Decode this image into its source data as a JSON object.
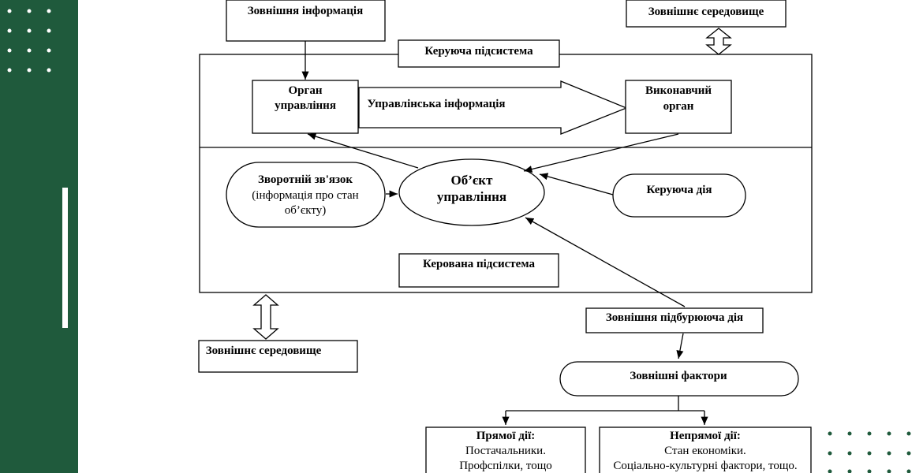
{
  "decor": {
    "sidebar_color": "#1f5a3c",
    "accent_color": "#ffffff",
    "dot_color_light": "#ffffff",
    "dot_color_dark": "#1f5a3c"
  },
  "diagram": {
    "external_info": "Зовнішня інформація",
    "external_env_top": "Зовнішнє середовище",
    "control_subsystem": "Керуюча підсистема",
    "management_body": [
      "Орган",
      "управління"
    ],
    "management_info": "Управлінська інформація",
    "executive_body": [
      "Виконавчий",
      "орган"
    ],
    "feedback": [
      "Зворотній зв'язок",
      "(інформація про стан",
      "об’єкту)"
    ],
    "control_object": [
      "Об’єкт",
      "управління"
    ],
    "control_action": "Керуюча дія",
    "managed_subsystem": "Керована підсистема",
    "external_env_bottom": "Зовнішнє середовище",
    "external_disturbance": "Зовнішня підбурююча дія",
    "external_factors": "Зовнішні фактори",
    "direct": {
      "title": "Прямої дії:",
      "lines": [
        "Постачальники.",
        "Профспілки, тощо"
      ]
    },
    "indirect": {
      "title": "Непрямої дії:",
      "lines": [
        "Стан економіки.",
        "Соціально-культурні фактори, тощо."
      ]
    }
  }
}
